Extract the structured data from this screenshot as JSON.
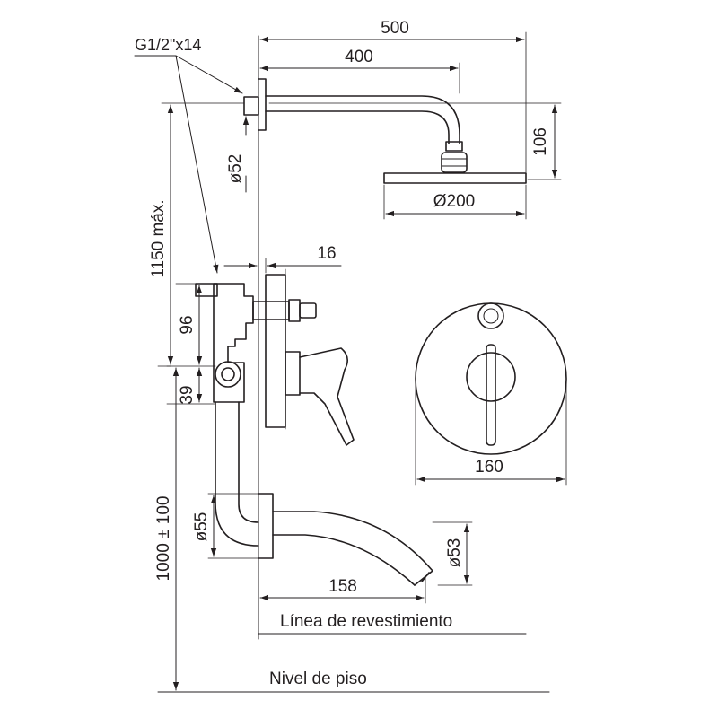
{
  "colors": {
    "ink": "#231f20",
    "background": "#ffffff"
  },
  "dimensions": {
    "shower_reach": "500",
    "arm_length": "400",
    "inlet_thread": "G1/2\"x14",
    "arm_drop": "106",
    "flange_diameter": "ø52",
    "head_diameter": "Ø200",
    "max_height": "1150 máx.",
    "plate_offset": "16",
    "diverter_offset": "96",
    "valve_offset": "39",
    "plate_diameter": "160",
    "spout_flange_diameter": "ø55",
    "spout_diameter": "ø53",
    "spout_reach": "158",
    "spout_height": "1000 ± 100"
  },
  "labels": {
    "finish_line": "Línea de revestimiento",
    "floor_level": "Nivel de piso"
  }
}
